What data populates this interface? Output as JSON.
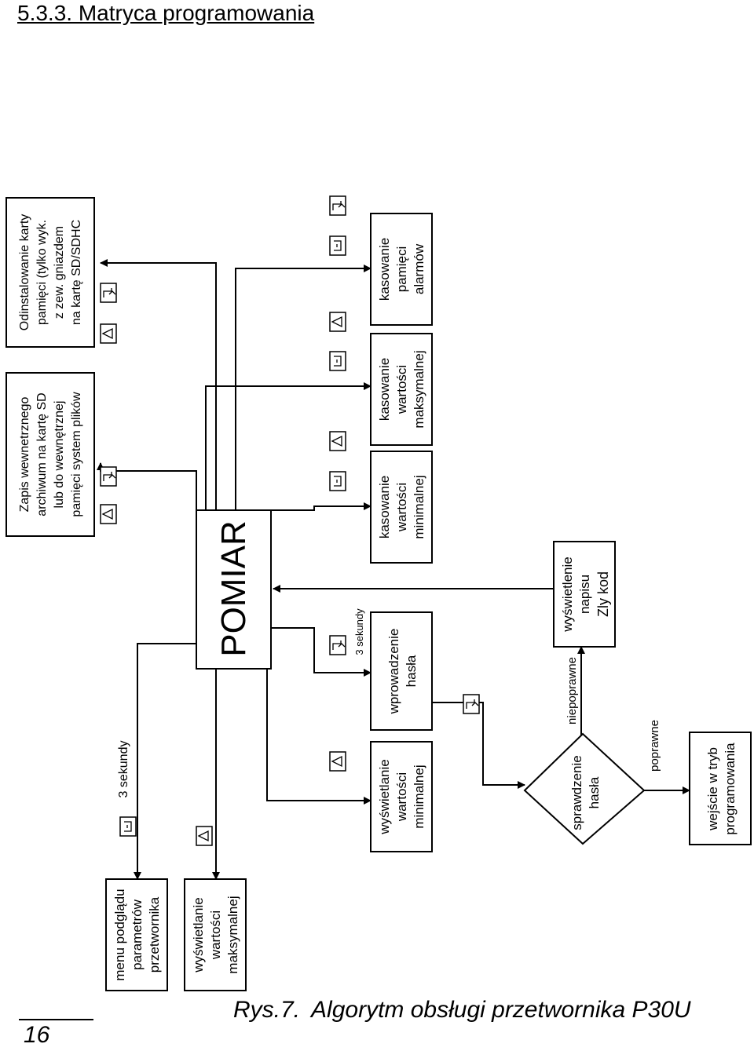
{
  "heading": "5.3.3. Matryca programowania",
  "nodes": {
    "pomiar": "POMIAR",
    "menu": [
      "menu podglądu",
      "parametrów",
      "przetwornika"
    ],
    "max_view": [
      "wyświetlanie",
      "wartości",
      "maksymalnej"
    ],
    "min_view": [
      "wyświetlanie",
      "wartości",
      "minimalnej"
    ],
    "password_entry": [
      "wprowadzenie",
      "hasła"
    ],
    "password_check": [
      "sprawdzenie",
      "hasła"
    ],
    "wrong_msg": [
      "wyświetlenie",
      "napisu"
    ],
    "wrong_code": "Zly kod",
    "prog_mode": [
      "wejście w tryb",
      "programowania"
    ],
    "clear_min": [
      "kasowanie",
      "wartości",
      "minimalnej"
    ],
    "clear_max": [
      "kasowanie",
      "wartości",
      "maksymalnej"
    ],
    "clear_alarms": [
      "kasowanie",
      "pamięci",
      "alarmów"
    ],
    "archive": [
      "Zapis wewnetrznego",
      "archiwum na kartę SD",
      "lub do wewnętrznej",
      "pamięci system plików"
    ],
    "unmount": [
      "Odinstalowanie karty",
      "pamięci (tylko wyk.",
      "z zew. gniazdem",
      "na kartę SD/SDHC"
    ]
  },
  "labels": {
    "three_sec_a": "3 sekundy",
    "three_sec_b": "3 sekundy",
    "incorrect": "niepoprawne",
    "correct": "poprawne"
  },
  "caption": {
    "num": "Rys.7.",
    "text": "Algorytm obsługi  przetwornika P30U"
  },
  "page_number": "16",
  "icons": [
    "up-key-icon",
    "left-key-icon",
    "enter-key-icon"
  ]
}
